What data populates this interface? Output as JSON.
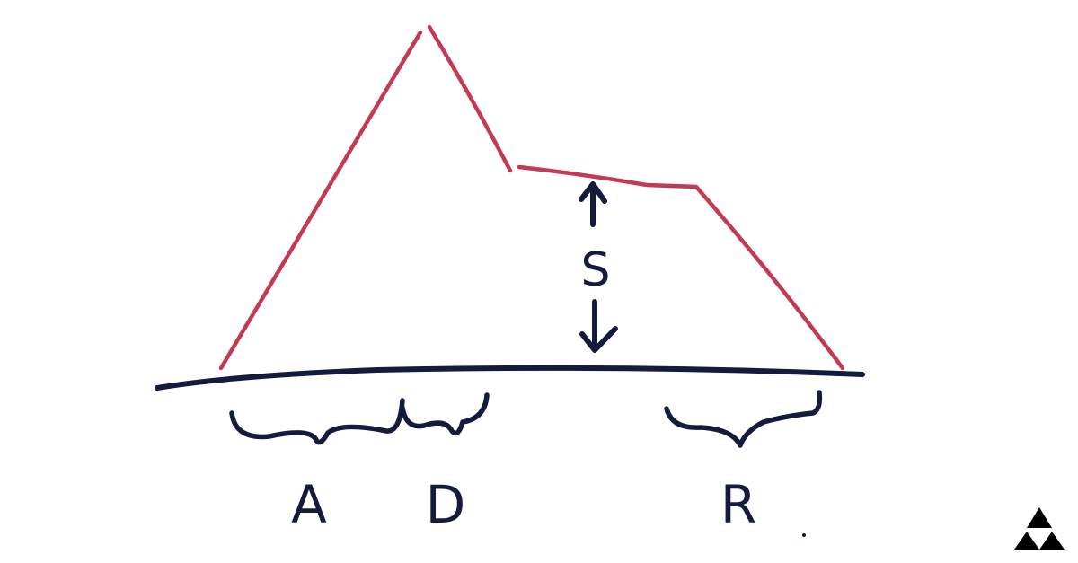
{
  "diagram": {
    "labels": {
      "attack": "A",
      "decay": "D",
      "sustain": "S",
      "release": "R"
    },
    "colors": {
      "envelope": "#c23a55",
      "ink": "#141b3d",
      "background": "#ffffff"
    },
    "logo": "triforce-icon"
  }
}
